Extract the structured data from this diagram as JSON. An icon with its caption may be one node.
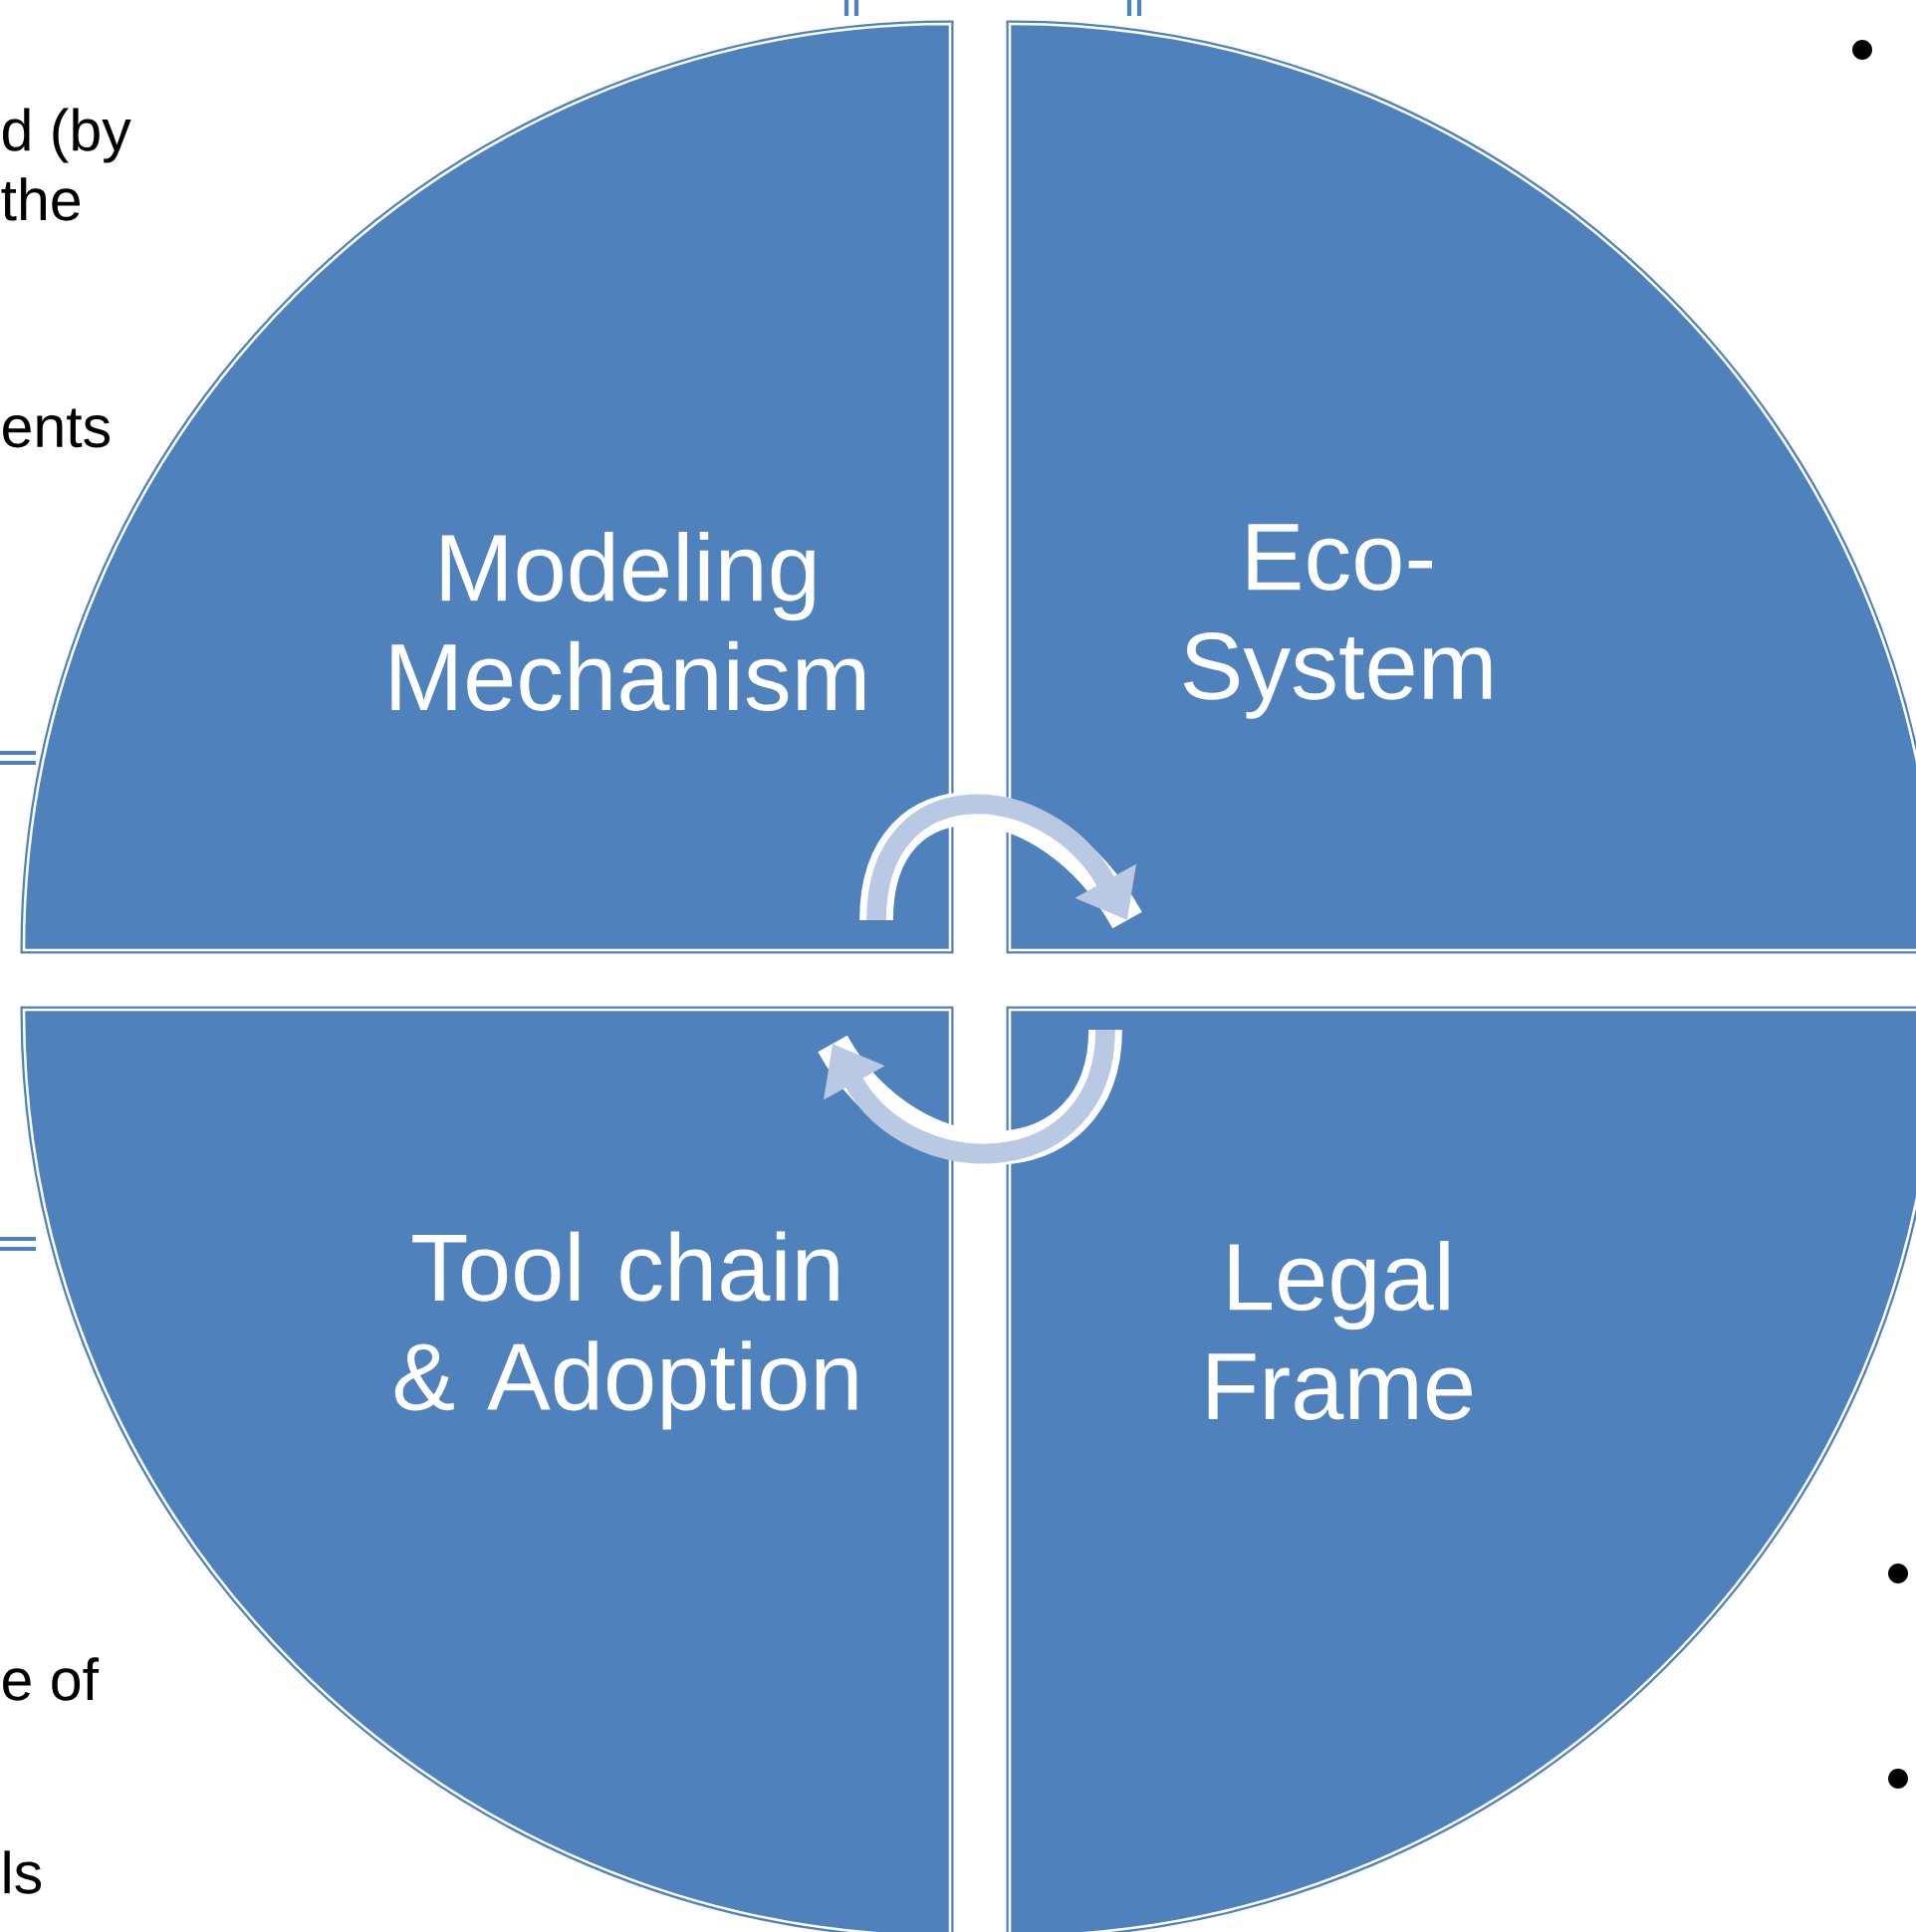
{
  "diagram": {
    "nodes": [
      {
        "text": [
          "Modeling Mechanism"
        ]
      },
      {
        "text": [
          "Eco-System"
        ]
      },
      {
        "text": [
          "Tool chain & Adoption"
        ]
      },
      {
        "text": [
          "Legal Frame"
        ]
      }
    ],
    "edges": [
      {
        "from": 0,
        "to": 1,
        "arrow": "to"
      },
      {
        "from": 3,
        "to": 2,
        "arrow": "to"
      }
    ],
    "labels": [
      "d (by",
      "the",
      "ents",
      "e of",
      "ls"
    ]
  }
}
